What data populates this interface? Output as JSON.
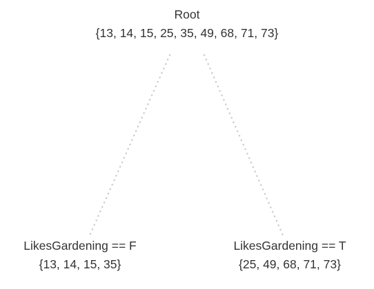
{
  "tree": {
    "root": {
      "label": "Root",
      "members": "{13, 14, 15, 25, 35, 49, 68, 71, 73}"
    },
    "left": {
      "label": "LikesGardening == F",
      "members": "{13, 14, 15, 35}"
    },
    "right": {
      "label": "LikesGardening == T",
      "members": "{25, 49, 68, 71, 73}"
    },
    "edge_color": "#c8c8c8",
    "text_color": "#333333"
  }
}
